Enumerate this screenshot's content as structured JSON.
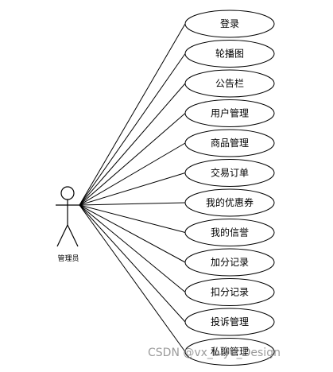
{
  "actor": {
    "label": "管理员"
  },
  "use_cases": [
    {
      "label": "登录"
    },
    {
      "label": "轮播图"
    },
    {
      "label": "公告栏"
    },
    {
      "label": "用户管理"
    },
    {
      "label": "商品管理"
    },
    {
      "label": "交易订单"
    },
    {
      "label": "我的优惠券"
    },
    {
      "label": "我的信誉"
    },
    {
      "label": "加分记录"
    },
    {
      "label": "扣分记录"
    },
    {
      "label": "投诉管理"
    },
    {
      "label": "私聊管理"
    }
  ],
  "watermark": "CSDN @vx_biye_Design",
  "colors": {
    "line": "#000000",
    "background": "#ffffff",
    "watermark": "#8a8a8a"
  }
}
